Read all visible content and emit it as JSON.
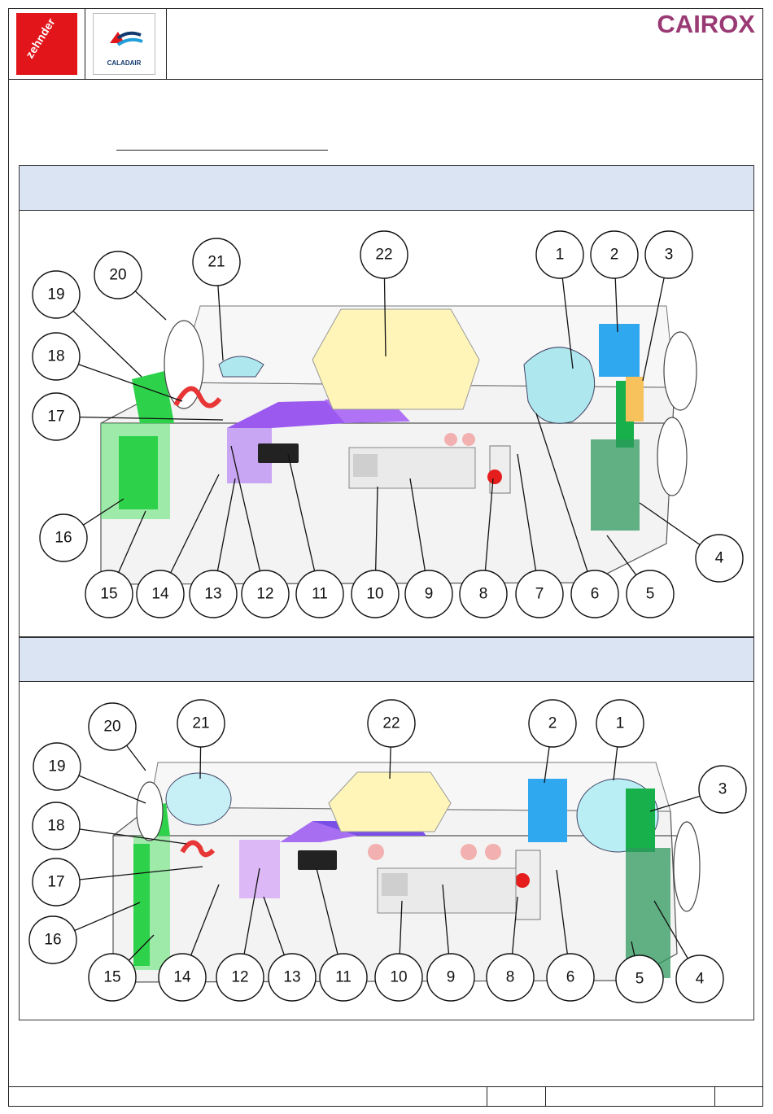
{
  "header": {
    "logo_left": "zehnder",
    "logo_middle": "CALADAIR",
    "brand": "CAIROX",
    "colors": {
      "zehnder_red": "#e2151b",
      "cairox_magenta": "#9a3a74",
      "cairox_blue": "#1f9fd9",
      "panel_header": "#dbe4f3"
    }
  },
  "diagram_top": {
    "callouts": [
      {
        "label": "1"
      },
      {
        "label": "2"
      },
      {
        "label": "3"
      },
      {
        "label": "4"
      },
      {
        "label": "5"
      },
      {
        "label": "6"
      },
      {
        "label": "7"
      },
      {
        "label": "8"
      },
      {
        "label": "9"
      },
      {
        "label": "10"
      },
      {
        "label": "11"
      },
      {
        "label": "12"
      },
      {
        "label": "13"
      },
      {
        "label": "14"
      },
      {
        "label": "15"
      },
      {
        "label": "16"
      },
      {
        "label": "17"
      },
      {
        "label": "18"
      },
      {
        "label": "19"
      },
      {
        "label": "20"
      },
      {
        "label": "21"
      },
      {
        "label": "22"
      }
    ]
  },
  "diagram_bottom": {
    "callouts": [
      {
        "label": "1"
      },
      {
        "label": "2"
      },
      {
        "label": "3"
      },
      {
        "label": "4"
      },
      {
        "label": "5"
      },
      {
        "label": "6"
      },
      {
        "label": "8"
      },
      {
        "label": "9"
      },
      {
        "label": "10"
      },
      {
        "label": "11"
      },
      {
        "label": "12"
      },
      {
        "label": "13"
      },
      {
        "label": "14"
      },
      {
        "label": "15"
      },
      {
        "label": "16"
      },
      {
        "label": "17"
      },
      {
        "label": "18"
      },
      {
        "label": "19"
      },
      {
        "label": "20"
      },
      {
        "label": "21"
      },
      {
        "label": "22"
      }
    ]
  }
}
